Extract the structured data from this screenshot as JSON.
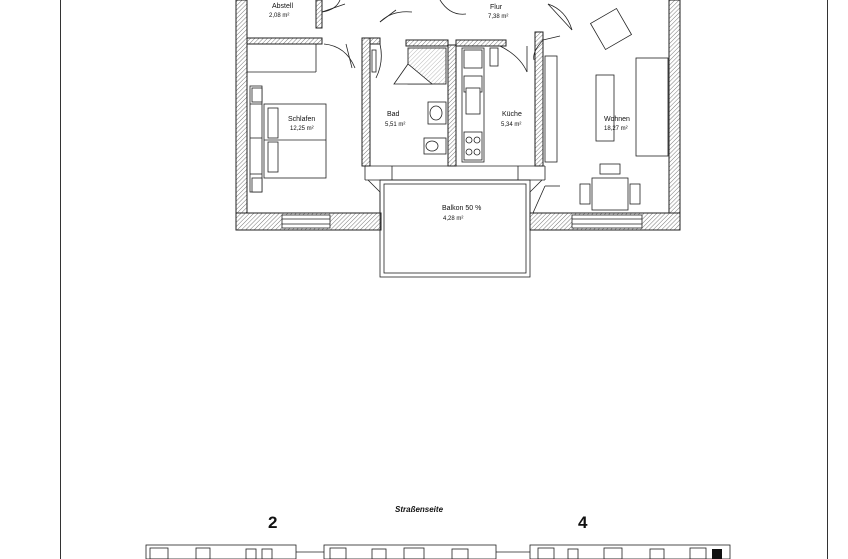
{
  "rooms": {
    "abstell": {
      "name": "Abstell",
      "area": "2,08 m²"
    },
    "flur": {
      "name": "Flur",
      "area": "7,38 m²"
    },
    "schlafen": {
      "name": "Schlafen",
      "area": "12,25 m²"
    },
    "bad": {
      "name": "Bad",
      "area": "5,51 m²"
    },
    "kueche": {
      "name": "Küche",
      "area": "5,34 m²"
    },
    "wohnen": {
      "name": "Wohnen",
      "area": "18,27 m²"
    },
    "balkon": {
      "name": "Balkon 50 %",
      "area": "4,28 m²"
    }
  },
  "site": {
    "street_label": "Straßenseite",
    "building_left": "2",
    "building_right": "4"
  }
}
